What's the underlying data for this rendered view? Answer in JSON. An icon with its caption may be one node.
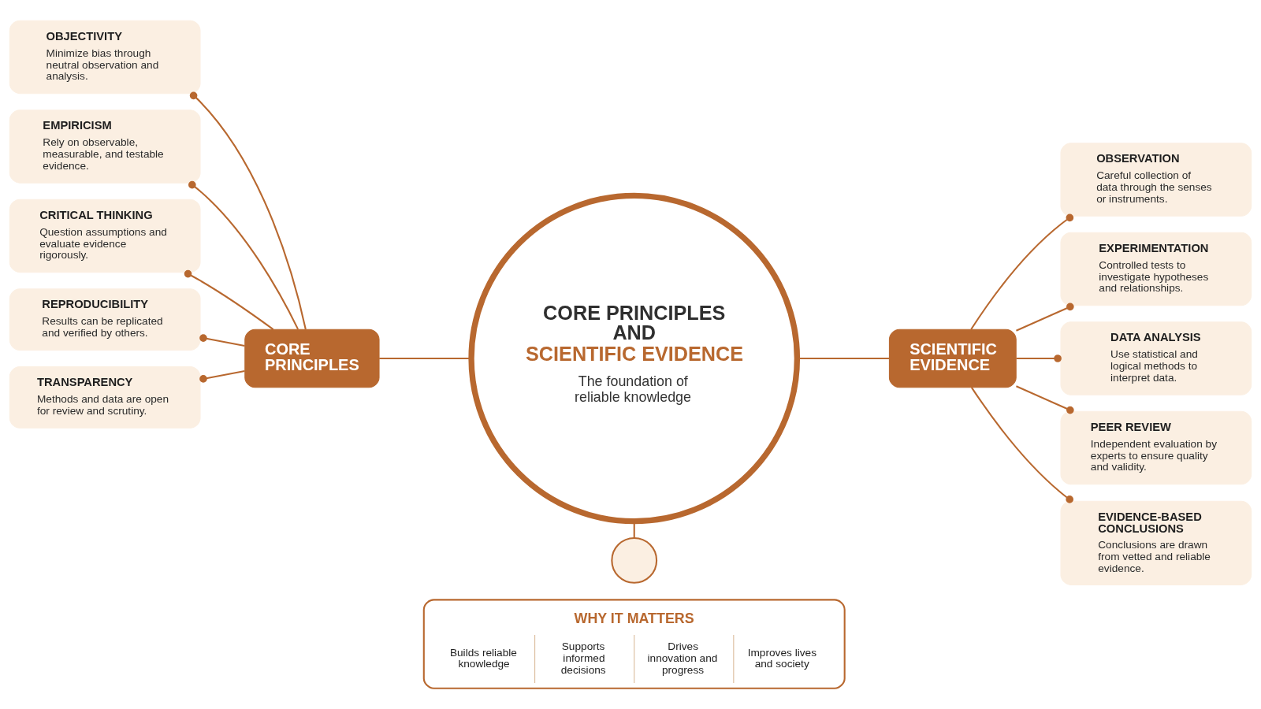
{
  "diagram": {
    "nodes": [
      {
        "text": [
          "CORE PRINCIPLES AND",
          "SCIENTIFIC EVIDENCE",
          "The foundation of reliable knowledge"
        ]
      },
      {
        "text": [
          "CORE PRINCIPLES"
        ]
      },
      {
        "text": [
          "SCIENTIFIC EVIDENCE"
        ]
      },
      {
        "text": [
          "OBJECTIVITY",
          "Minimize bias through neutral observation and analysis."
        ]
      },
      {
        "text": [
          "EMPIRICISM",
          "Rely on observable, measurable, and testable evidence."
        ]
      },
      {
        "text": [
          "CRITICAL THINKING",
          "Question assumptions and evaluate evidence rigorously."
        ]
      },
      {
        "text": [
          "REPRODUCIBILITY",
          "Results can be replicated and verified by others."
        ]
      },
      {
        "text": [
          "TRANSPARENCY",
          "Methods and data are open for review and scrutiny."
        ]
      },
      {
        "text": [
          "OBSERVATION",
          "Careful collection of data through the senses or instruments."
        ]
      },
      {
        "text": [
          "EXPERIMENTATION",
          "Controlled tests to investigate hypotheses and relationships."
        ]
      },
      {
        "text": [
          "DATA ANALYSIS",
          "Use statistical and logical methods to interpret data."
        ]
      },
      {
        "text": [
          "PEER REVIEW",
          "Independent evaluation by experts to ensure quality and validity."
        ]
      },
      {
        "text": [
          "EVIDENCE-BASED CONCLUSIONS",
          "Conclusions are drawn from vetted and reliable evidence."
        ]
      },
      {
        "text": [],
        "shape": "circle"
      },
      {
        "text": [
          "WHY IT MATTERS",
          "Builds reliable knowledge",
          "Supports informed decisions",
          "Drives innovation and progress",
          "Improves lives and society"
        ]
      }
    ],
    "edges": [
      {
        "from": 1,
        "to": 3,
        "arrow": "other"
      },
      {
        "from": 1,
        "to": 4,
        "arrow": "other"
      },
      {
        "from": 1,
        "to": 5,
        "arrow": "other"
      },
      {
        "from": 1,
        "to": 6,
        "arrow": "other"
      },
      {
        "from": 1,
        "to": 7,
        "arrow": "other"
      },
      {
        "from": 1,
        "to": 0,
        "arrow": "none"
      },
      {
        "from": 0,
        "to": 2,
        "arrow": "none"
      },
      {
        "from": 2,
        "to": 8,
        "arrow": "other"
      },
      {
        "from": 2,
        "to": 9,
        "arrow": "other"
      },
      {
        "from": 2,
        "to": 10,
        "arrow": "other"
      },
      {
        "from": 2,
        "to": 11,
        "arrow": "other"
      },
      {
        "from": 2,
        "to": 12,
        "arrow": "other"
      },
      {
        "from": 0,
        "to": 13,
        "arrow": "none"
      }
    ]
  }
}
